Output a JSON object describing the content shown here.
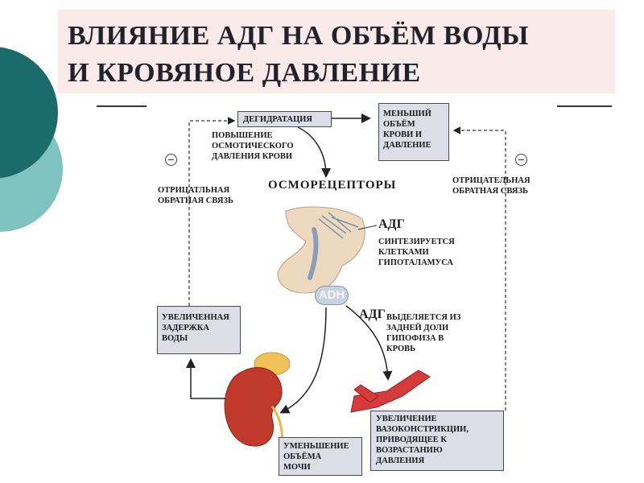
{
  "title": {
    "line1": "ВЛИЯНИЕ АДГ НА ОБЪЁМ ВОДЫ",
    "line2": "И КРОВЯНОЕ ДАВЛЕНИЕ"
  },
  "colors": {
    "teal_dark": "#1a6b6a",
    "teal_light": "#7fc3c0",
    "title_band": "#fbeaea",
    "box_fill": "#dcdde6",
    "kidney": "#c0392b",
    "artery": "#d63a3a"
  },
  "diagram": {
    "dehydration": "ДЕГИДРАТАЦИЯ",
    "less_blood": [
      "МЕНЬШИЙ",
      "ОБЪЁМ",
      "КРОВИ И",
      "ДАВЛЕНИЕ"
    ],
    "osmotic": [
      "ПОВЫШЕНИЕ",
      "ОСМОТИЧЕСКОГО",
      "ДАВЛЕНИЯ КРОВИ"
    ],
    "neg_left": [
      "ОТРИЦАТЛЬНАЯ",
      "ОБРАТНАЯ СВЯЗЬ"
    ],
    "neg_right": [
      "ОТРИЦАТЕЛЬНАЯ",
      "ОБРАТНАЯ СВЯЗЬ"
    ],
    "osmoreceptors": "ОСМОРЕЦЕПТОРЫ",
    "adg_top": "АДГ",
    "synthesized": [
      "СИНТЕЗИРУЕТСЯ",
      "КЛЕТКАМИ",
      "ГИПОТАЛАМУСА"
    ],
    "adh_label": "ADH",
    "adg_mid": "АДГ",
    "released": [
      "ВЫДЕЛЯЕТСЯ ИЗ",
      "ЗАДНЕЙ ДОЛИ",
      "ГИПОФИЗА В",
      "КРОВЬ"
    ],
    "retention": [
      "УВЕЛИЧЕННАЯ",
      "ЗАДЕРЖКА",
      "ВОДЫ"
    ],
    "urine": [
      "УМЕНЬШЕНИЕ",
      "ОБЪЁМА",
      "МОЧИ"
    ],
    "vasoconstriction": [
      "УВЕЛИЧЕНИЕ",
      "ВАЗОКОНСТРИКЦИИ,",
      "ПРИВОДЯЩЕЕ К",
      "ВОЗРАСТАНИЮ",
      "ДАВЛЕНИЯ"
    ]
  }
}
